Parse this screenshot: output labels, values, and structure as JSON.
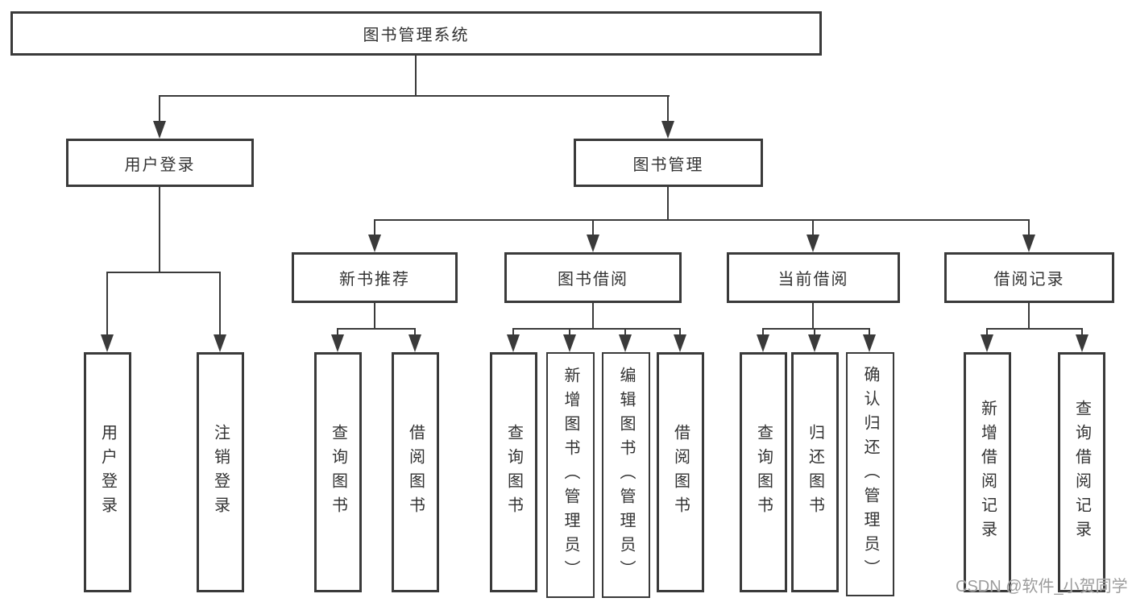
{
  "diagram": {
    "title": "图书管理系统",
    "type": "function-structure-tree",
    "tree": {
      "label": "图书管理系统",
      "children": [
        {
          "label": "用户登录",
          "children": [
            {
              "label": "用户登录"
            },
            {
              "label": "注销登录"
            }
          ]
        },
        {
          "label": "图书管理",
          "children": [
            {
              "label": "新书推荐",
              "children": [
                {
                  "label": "查询图书"
                },
                {
                  "label": "借阅图书"
                }
              ]
            },
            {
              "label": "图书借阅",
              "children": [
                {
                  "label": "查询图书"
                },
                {
                  "label": "新增图书（管理员）"
                },
                {
                  "label": "编辑图书（管理员）"
                },
                {
                  "label": "借阅图书"
                }
              ]
            },
            {
              "label": "当前借阅",
              "children": [
                {
                  "label": "查询图书"
                },
                {
                  "label": "归还图书"
                },
                {
                  "label": "确认归还（管理员）"
                }
              ]
            },
            {
              "label": "借阅记录",
              "children": [
                {
                  "label": "新增借阅记录"
                },
                {
                  "label": "查询借阅记录"
                }
              ]
            }
          ]
        }
      ]
    },
    "colors": {
      "line": "#3a3a3a",
      "text": "#333333",
      "background": "#ffffff",
      "watermark_text": "#9c9c9c"
    }
  },
  "watermark": {
    "text": "CSDN @软件_小贺同学"
  }
}
